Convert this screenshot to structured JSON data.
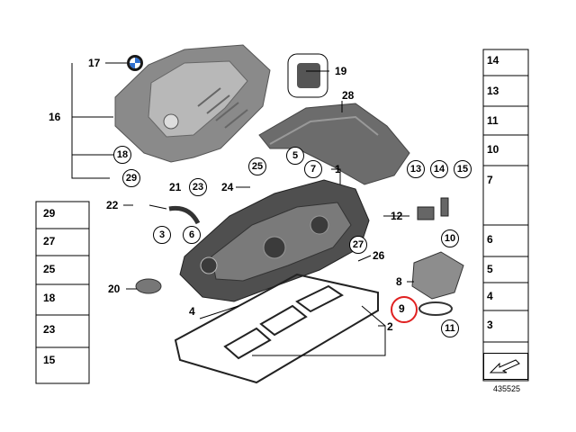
{
  "diagram": {
    "reference_number": "435525",
    "highlighted_part": "9",
    "highlight_color": "#e02020",
    "callouts_plain": [
      "17",
      "16",
      "19",
      "28",
      "1",
      "12",
      "22",
      "20",
      "4",
      "2",
      "8",
      "9",
      "24",
      "26",
      "21"
    ],
    "callouts_circled": [
      "18",
      "29",
      "25",
      "5",
      "7",
      "13",
      "14",
      "15",
      "23",
      "3",
      "6",
      "10",
      "27",
      "11"
    ],
    "left_panel": [
      "29",
      "27",
      "25",
      "18",
      "23",
      "15"
    ],
    "right_panel": [
      "14",
      "13",
      "11",
      "10",
      "7",
      "6",
      "5",
      "4",
      "3"
    ]
  }
}
